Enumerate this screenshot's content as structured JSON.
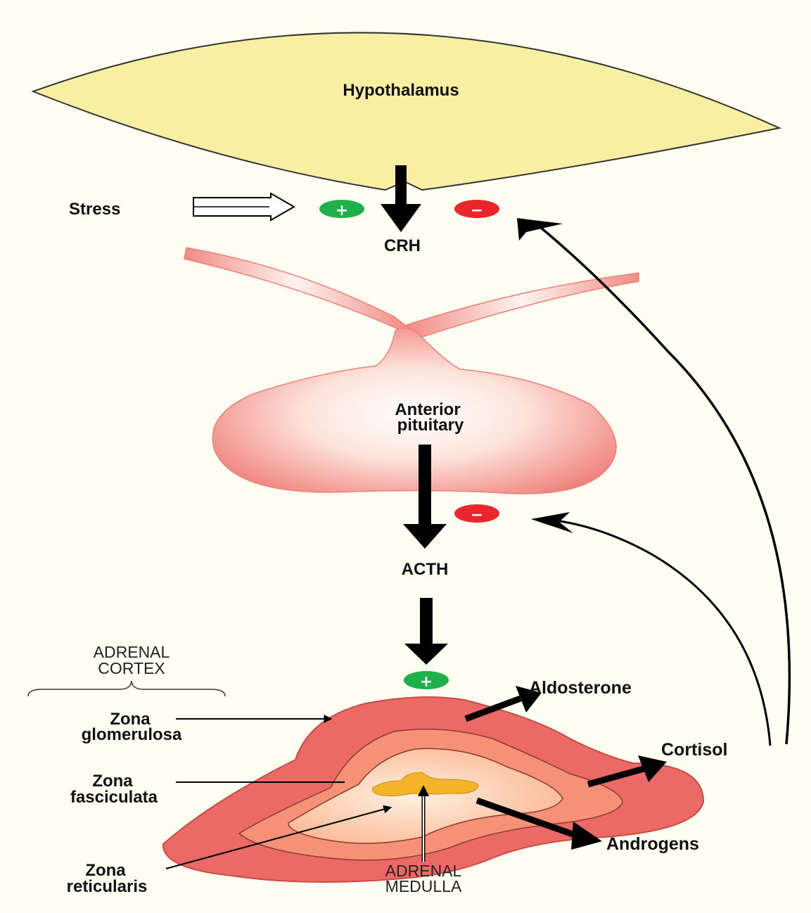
{
  "labels": {
    "hypothalamus": "Hypothalamus",
    "stress": "Stress",
    "crh": "CRH",
    "anterior_pituitary_line1": "Anterior",
    "anterior_pituitary_line2": "pituitary",
    "acth": "ACTH",
    "adrenal_cortex_line1": "ADRENAL",
    "adrenal_cortex_line2": "CORTEX",
    "zona_glomerulosa_line1": "Zona",
    "zona_glomerulosa_line2": "glomerulosa",
    "zona_fasciculata_line1": "Zona",
    "zona_fasciculata_line2": "fasciculata",
    "zona_reticularis_line1": "Zona",
    "zona_reticularis_line2": "reticularis",
    "adrenal_medulla_line1": "ADRENAL",
    "adrenal_medulla_line2": "MEDULLA",
    "aldosterone": "Aldosterone",
    "cortisol": "Cortisol",
    "androgens": "Androgens"
  },
  "signs": {
    "stimulate_hypothalamus": "+",
    "inhibit_hypothalamus": "−",
    "inhibit_pituitary": "−",
    "stimulate_adrenal": "+"
  },
  "colors": {
    "background": "#fffef2",
    "hypothalamus_fill": "#f9efa2",
    "pituitary_edge": "#ef7f79",
    "pituitary_center": "#ffffff",
    "adrenal_outer": "#ec6a66",
    "adrenal_middle": "#f49176",
    "adrenal_inner": "#fbc09c",
    "medulla_fill": "#f3b42a",
    "stimulate_sign": "#1fb04b",
    "inhibit_sign": "#e8262b"
  }
}
